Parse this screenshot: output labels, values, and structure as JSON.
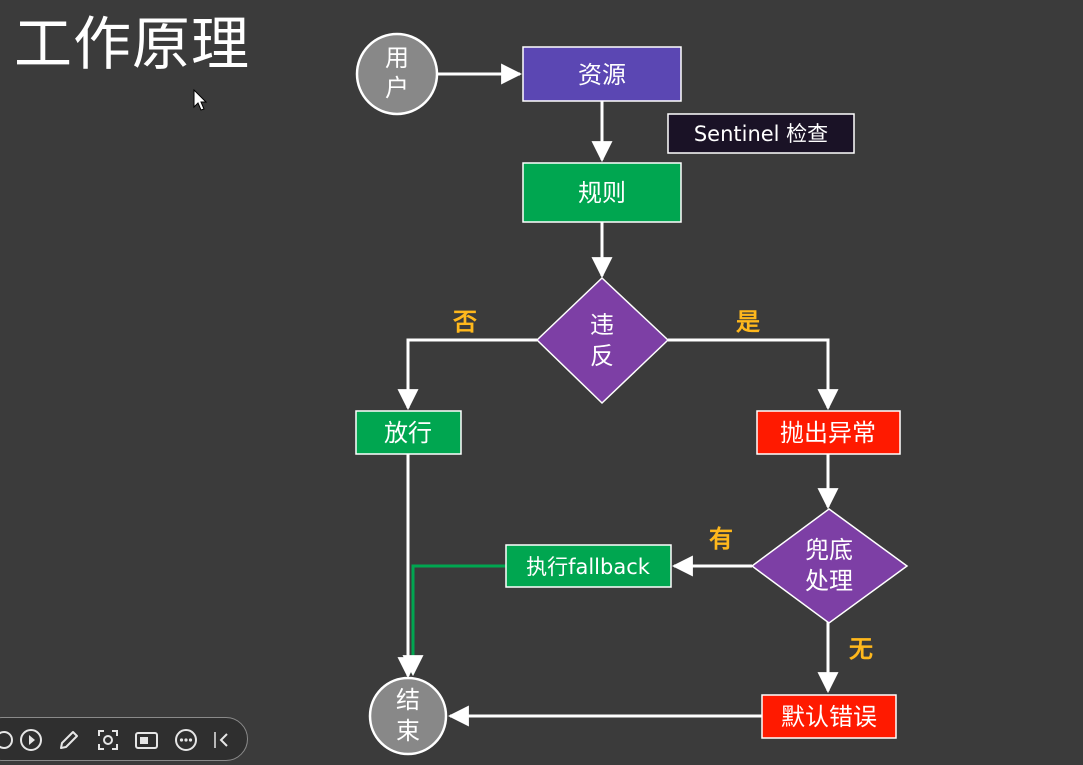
{
  "slide": {
    "title": "工作原理"
  },
  "diagram": {
    "nodes": {
      "user": [
        "用",
        "户"
      ],
      "resource": "资源",
      "sentinel_check": "Sentinel 检查",
      "rule": "规则",
      "violate": [
        "违",
        "反"
      ],
      "pass": "放行",
      "throw_exception": "抛出异常",
      "fallback_decision": [
        "兜底",
        "处理"
      ],
      "execute_fallback": "执行fallback",
      "default_error": "默认错误",
      "end": [
        "结",
        "束"
      ]
    },
    "edge_labels": {
      "no": "否",
      "yes": "是",
      "has": "有",
      "none": "无"
    },
    "colors": {
      "resource": "#5b47b3",
      "rule": "#00a650",
      "decision": "#7d3fa5",
      "exception": "#ff1a00",
      "terminal": "#888888",
      "label_box": "#1a1226",
      "edge_label": "#ffb81c",
      "fallback_edge": "#00a650"
    }
  },
  "toolbar": {
    "icons": [
      "record-icon",
      "play-icon",
      "pen-icon",
      "screenshot-icon",
      "camera-icon",
      "more-icon",
      "collapse-icon"
    ]
  }
}
